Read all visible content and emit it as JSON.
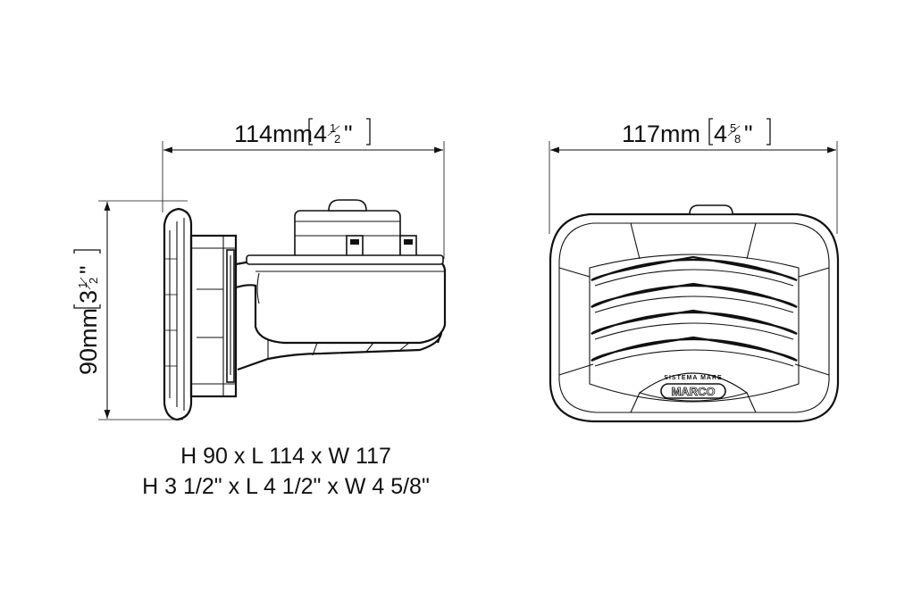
{
  "side_view": {
    "width_dim": {
      "value": "114mm",
      "inch_whole": "4",
      "inch_num": "1",
      "inch_den": "2"
    },
    "height_dim": {
      "value": "90mm",
      "inch_whole": "3",
      "inch_num": "1",
      "inch_den": "2"
    }
  },
  "front_view": {
    "width_dim": {
      "value": "117mm",
      "inch_whole": "4",
      "inch_num": "5",
      "inch_den": "8"
    },
    "brand_small": "SISTEMA MARE",
    "brand_logo": "MARCO"
  },
  "dimensions_summary": {
    "metric": "H 90 x L 114 x W 117",
    "imperial": "H 3 1/2\" x L 4 1/2\" x W 4 5/8\""
  }
}
